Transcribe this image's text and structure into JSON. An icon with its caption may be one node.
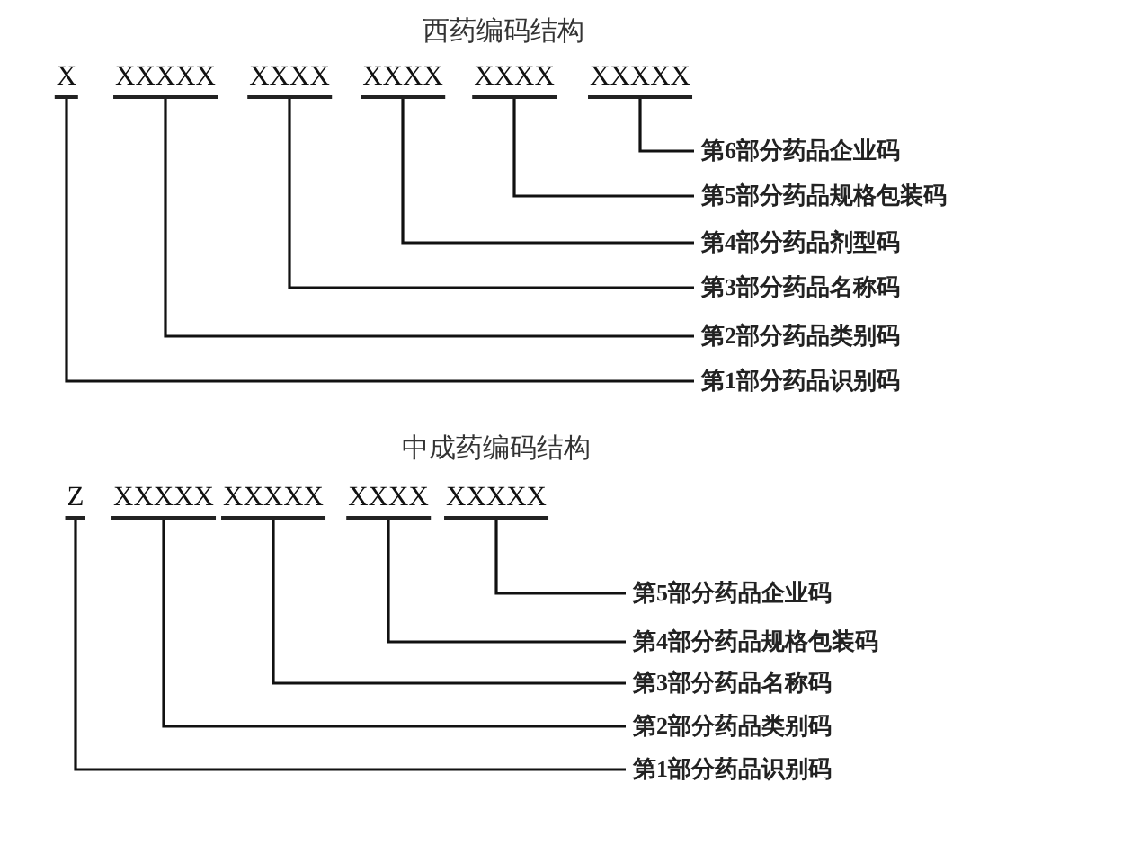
{
  "diagram": {
    "title": "西药编码结构",
    "nodes": [
      {
        "text": [
          "X"
        ]
      },
      {
        "text": [
          "XXXXX"
        ]
      },
      {
        "text": [
          "XXXX"
        ]
      },
      {
        "text": [
          "XXXX"
        ]
      },
      {
        "text": [
          "XXXX"
        ]
      },
      {
        "text": [
          "XXXXX"
        ]
      },
      {
        "text": [
          "第6部分药品企业码"
        ]
      },
      {
        "text": [
          "第5部分药品规格包装码"
        ]
      },
      {
        "text": [
          "第4部分药品剂型码"
        ]
      },
      {
        "text": [
          "第3部分药品名称码"
        ]
      },
      {
        "text": [
          "第2部分药品类别码"
        ]
      },
      {
        "text": [
          "第1部分药品识别码"
        ]
      },
      {
        "text": [
          "Z"
        ]
      },
      {
        "text": [
          "XXXXX"
        ]
      },
      {
        "text": [
          "XXXXX"
        ]
      },
      {
        "text": [
          "XXXX"
        ]
      },
      {
        "text": [
          "XXXXX"
        ]
      },
      {
        "text": [
          "第5部分药品企业码"
        ]
      },
      {
        "text": [
          "第4部分药品规格包装码"
        ]
      },
      {
        "text": [
          "第3部分药品名称码"
        ]
      },
      {
        "text": [
          "第2部分药品类别码"
        ]
      },
      {
        "text": [
          "第1部分药品识别码"
        ]
      }
    ],
    "edges": [
      {
        "from": 5,
        "to": 6,
        "arrow": "none"
      },
      {
        "from": 4,
        "to": 7,
        "arrow": "none"
      },
      {
        "from": 3,
        "to": 8,
        "arrow": "none"
      },
      {
        "from": 2,
        "to": 9,
        "arrow": "none"
      },
      {
        "from": 1,
        "to": 10,
        "arrow": "none"
      },
      {
        "from": 0,
        "to": 11,
        "arrow": "none"
      },
      {
        "from": 16,
        "to": 17,
        "arrow": "none"
      },
      {
        "from": 15,
        "to": 18,
        "arrow": "none"
      },
      {
        "from": 14,
        "to": 19,
        "arrow": "none"
      },
      {
        "from": 13,
        "to": 20,
        "arrow": "none"
      },
      {
        "from": 12,
        "to": 21,
        "arrow": "none"
      }
    ],
    "labels": [
      "中成药编码结构"
    ]
  }
}
